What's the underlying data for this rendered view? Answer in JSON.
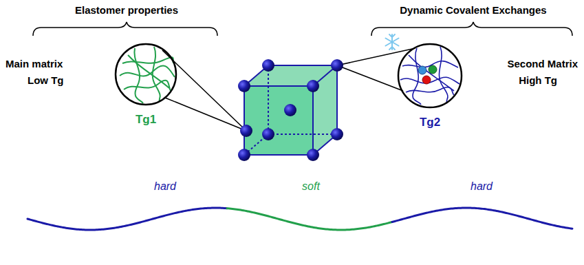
{
  "diagram": {
    "nodes": [
      {
        "text": [
          "Tg1"
        ]
      },
      {
        "text": [
          "Tg2"
        ]
      }
    ],
    "labels": [
      "Elastomer properties",
      "Dynamic Covalent Exchanges",
      "Main matrix",
      "Low Tg",
      "Second Matrix",
      "High Tg",
      "hard",
      "soft",
      "hard"
    ]
  }
}
